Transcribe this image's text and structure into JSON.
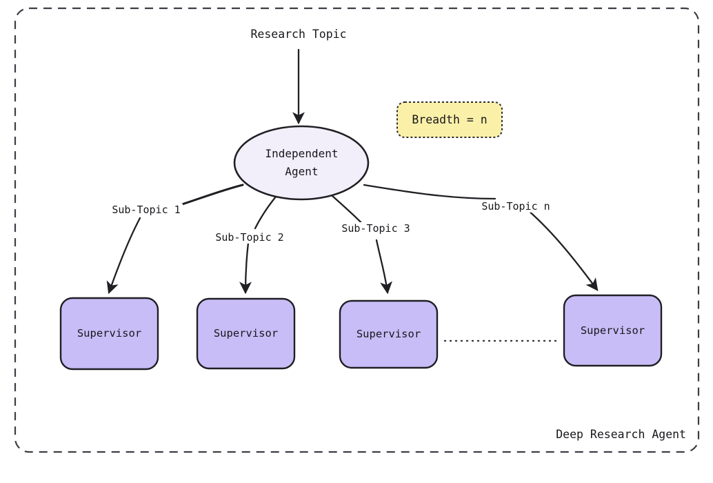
{
  "diagram": {
    "title_footer": "Deep Research Agent",
    "source_label": "Research Topic",
    "center_node": {
      "line1": "Independent",
      "line2": "Agent"
    },
    "badge": {
      "label": "Breadth = n"
    },
    "edges": [
      {
        "label": "Sub-Topic 1"
      },
      {
        "label": "Sub-Topic 2"
      },
      {
        "label": "Sub-Topic 3"
      },
      {
        "label": "Sub-Topic n"
      }
    ],
    "workers": [
      {
        "label": "Supervisor"
      },
      {
        "label": "Supervisor"
      },
      {
        "label": "Supervisor"
      },
      {
        "label": "Supervisor"
      }
    ],
    "colors": {
      "background": "#ffffff",
      "stroke": "#1f1f24",
      "ellipse_fill": "#f2effb",
      "worker_fill": "#c9bdf7",
      "badge_fill": "#fbf0a8",
      "badge_stroke": "#2b2b30",
      "container_stroke": "#3c3c44",
      "text": "#17171b"
    }
  }
}
